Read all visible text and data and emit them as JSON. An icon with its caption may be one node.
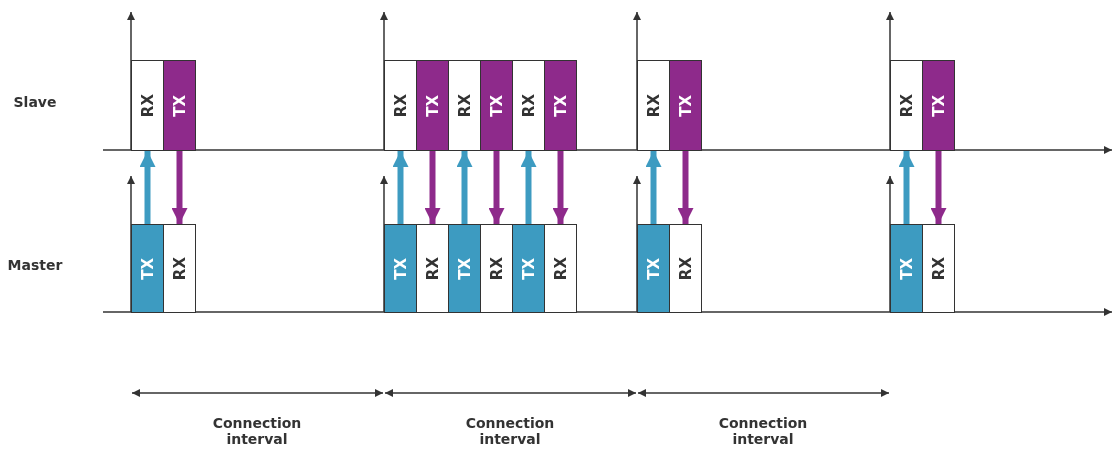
{
  "diagram": {
    "nodes": [
      {
        "text": [
          "RX"
        ]
      },
      {
        "text": [
          "TX"
        ]
      },
      {
        "text": [
          "RX"
        ]
      },
      {
        "text": [
          "TX"
        ]
      },
      {
        "text": [
          "RX"
        ]
      },
      {
        "text": [
          "TX"
        ]
      },
      {
        "text": [
          "RX"
        ]
      },
      {
        "text": [
          "TX"
        ]
      },
      {
        "text": [
          "RX"
        ]
      },
      {
        "text": [
          "TX"
        ]
      },
      {
        "text": [
          "RX"
        ]
      },
      {
        "text": [
          "TX"
        ]
      },
      {
        "text": [
          "TX"
        ]
      },
      {
        "text": [
          "RX"
        ]
      },
      {
        "text": [
          "TX"
        ]
      },
      {
        "text": [
          "RX"
        ]
      },
      {
        "text": [
          "TX"
        ]
      },
      {
        "text": [
          "RX"
        ]
      },
      {
        "text": [
          "TX"
        ]
      },
      {
        "text": [
          "RX"
        ]
      },
      {
        "text": [
          "TX"
        ]
      },
      {
        "text": [
          "RX"
        ]
      },
      {
        "text": [
          "TX"
        ]
      },
      {
        "text": [
          "RX"
        ]
      }
    ],
    "edges": [
      {
        "from": 12,
        "to": 0,
        "arrow": "to",
        "color": "#3d9bc1"
      },
      {
        "from": 1,
        "to": 13,
        "arrow": "to",
        "color": "#8e2a8b"
      },
      {
        "from": 14,
        "to": 2,
        "arrow": "to",
        "color": "#3d9bc1"
      },
      {
        "from": 3,
        "to": 15,
        "arrow": "to",
        "color": "#8e2a8b"
      },
      {
        "from": 16,
        "to": 4,
        "arrow": "to",
        "color": "#3d9bc1"
      },
      {
        "from": 5,
        "to": 17,
        "arrow": "to",
        "color": "#8e2a8b"
      },
      {
        "from": 18,
        "to": 6,
        "arrow": "to",
        "color": "#3d9bc1"
      },
      {
        "from": 7,
        "to": 19,
        "arrow": "to",
        "color": "#8e2a8b"
      },
      {
        "from": 20,
        "to": 8,
        "arrow": "to",
        "color": "#3d9bc1"
      },
      {
        "from": 9,
        "to": 21,
        "arrow": "to",
        "color": "#8e2a8b"
      },
      {
        "from": 22,
        "to": 10,
        "arrow": "to",
        "color": "#3d9bc1"
      },
      {
        "from": 11,
        "to": 23,
        "arrow": "to",
        "color": "#8e2a8b"
      }
    ],
    "labels": [
      "Slave",
      "Master",
      "Connection interval",
      "Connection interval",
      "Connection interval"
    ]
  }
}
